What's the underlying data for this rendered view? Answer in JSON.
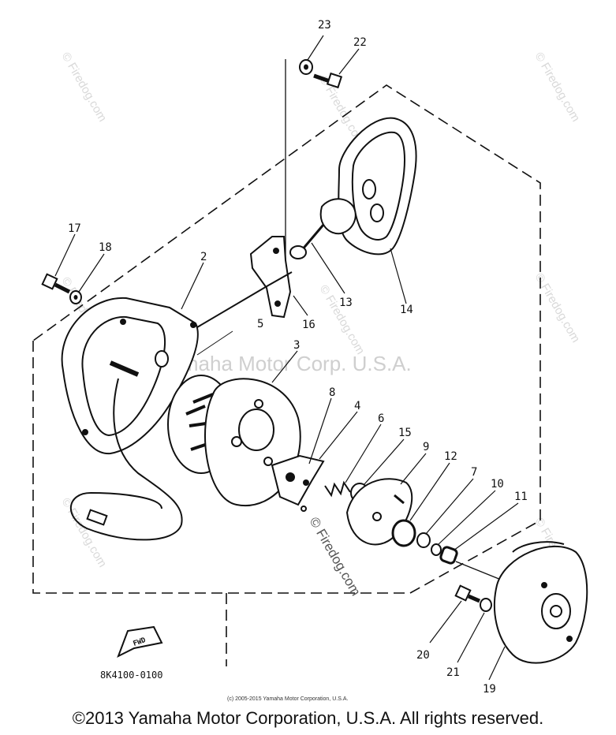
{
  "diagram": {
    "callouts": [
      {
        "id": "23",
        "label": "23"
      },
      {
        "id": "22",
        "label": "22"
      },
      {
        "id": "17",
        "label": "17"
      },
      {
        "id": "18",
        "label": "18"
      },
      {
        "id": "2",
        "label": "2"
      },
      {
        "id": "13",
        "label": "13"
      },
      {
        "id": "14",
        "label": "14"
      },
      {
        "id": "16",
        "label": "16"
      },
      {
        "id": "5",
        "label": "5"
      },
      {
        "id": "3",
        "label": "3"
      },
      {
        "id": "8",
        "label": "8"
      },
      {
        "id": "4",
        "label": "4"
      },
      {
        "id": "6",
        "label": "6"
      },
      {
        "id": "15",
        "label": "15"
      },
      {
        "id": "9",
        "label": "9"
      },
      {
        "id": "12",
        "label": "12"
      },
      {
        "id": "7",
        "label": "7"
      },
      {
        "id": "10",
        "label": "10"
      },
      {
        "id": "11",
        "label": "11"
      },
      {
        "id": "20",
        "label": "20"
      },
      {
        "id": "21",
        "label": "21"
      },
      {
        "id": "19",
        "label": "19"
      }
    ],
    "part_number": "8K4100-0100",
    "fwd_label": "FWD",
    "watermark_center": "Yamaha Motor Corp. U.S.A.",
    "watermark_small": "© Firedog.com",
    "watermark_mid": "© Firedog.com",
    "small_copyright": "(c) 2005-2015 Yamaha Motor Corporation, U.S.A."
  },
  "footer": {
    "copyright": "©2013 Yamaha Motor Corporation, U.S.A. All rights reserved."
  }
}
